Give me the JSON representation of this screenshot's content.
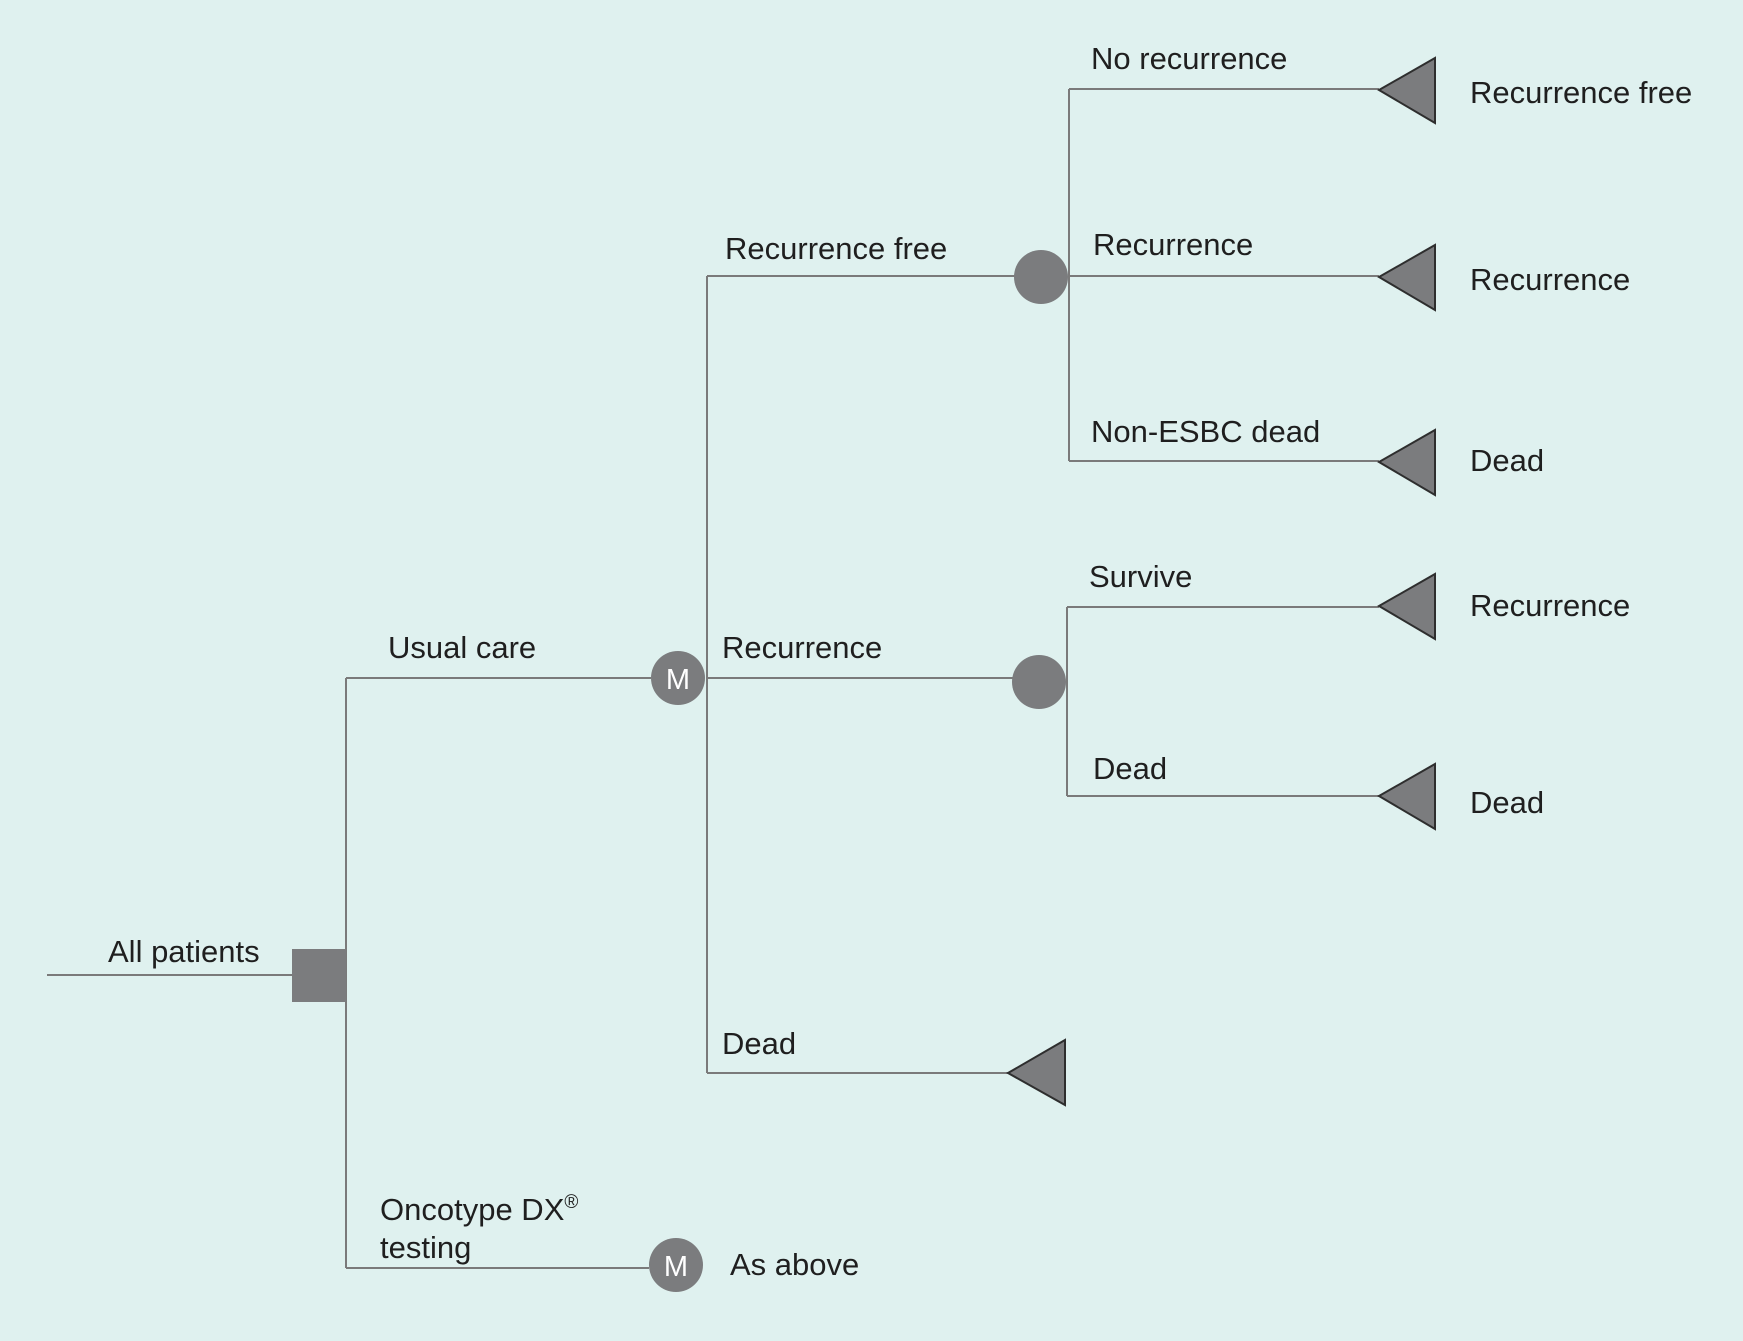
{
  "colors": {
    "background": "#dff1ef",
    "line": "#7a7a7a",
    "node": "#7b7c7e"
  },
  "root": {
    "label": "All patients"
  },
  "branches": {
    "usual_care": "Usual care",
    "oncotype_line1": "Oncotype DX",
    "oncotype_reg": "®",
    "oncotype_line2": "testing",
    "as_above": "As above"
  },
  "markov": {
    "letter": "M"
  },
  "states": {
    "recurrence_free": "Recurrence free",
    "recurrence": "Recurrence",
    "dead": "Dead"
  },
  "transitions_from_recurrence_free": {
    "no_recurrence": "No recurrence",
    "recurrence": "Recurrence",
    "non_esbc_dead": "Non-ESBC dead"
  },
  "transitions_from_recurrence": {
    "survive": "Survive",
    "dead": "Dead"
  },
  "outcomes": {
    "o1": "Recurrence free",
    "o2": "Recurrence",
    "o3": "Dead",
    "o4": "Recurrence",
    "o5": "Dead"
  }
}
